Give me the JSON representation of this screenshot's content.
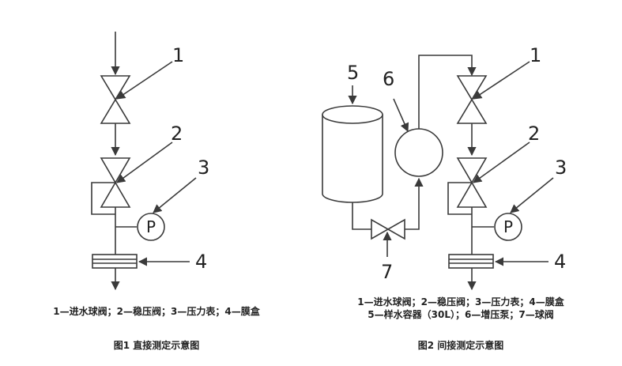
{
  "figure1": {
    "labels": [
      "1",
      "2",
      "3",
      "4"
    ],
    "gauge_symbol": "P",
    "legend": "1—进水球阀；2—稳压阀；3—压力表；4—膜盒",
    "caption": "图1  直接测定示意图"
  },
  "figure2": {
    "labels": [
      "1",
      "2",
      "3",
      "4",
      "5",
      "6",
      "7"
    ],
    "gauge_symbol": "P",
    "legend_line1": "1—进水球阀；2—稳压阀；3—压力表；4—膜盒",
    "legend_line2": "5—样水容器（30L）；6—增压泵；7—球阀",
    "caption": "图2  间接测定示意图"
  }
}
